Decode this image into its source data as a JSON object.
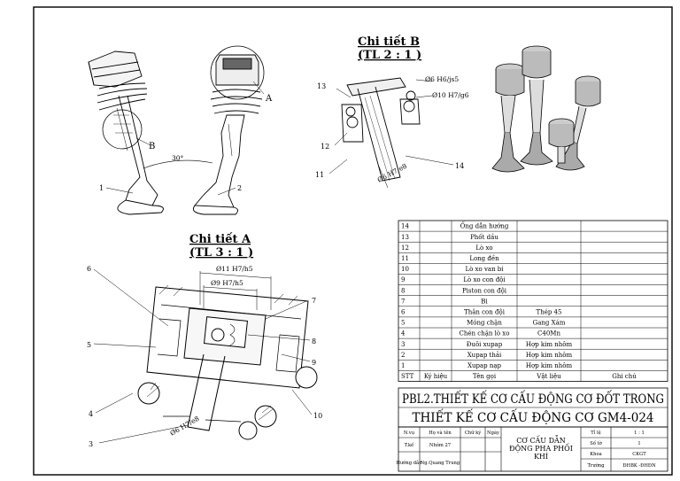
{
  "detail_b": {
    "title": "Chi tiết B",
    "scale": "(TL 2 : 1 )",
    "dim_fit_1": "Ø6 H6/js5",
    "dim_fit_2": "Ø10 H7/g6",
    "dim_fit_3": "Ø6 H7/e8",
    "callouts": [
      "13",
      "12",
      "11",
      "14"
    ]
  },
  "detail_a": {
    "title": "Chi tiết A",
    "scale": "(TL 3 : 1 )",
    "dim_fit_1": "Ø11 H7/h5",
    "dim_fit_2": "Ø9 H7/h5",
    "dim_fit_3": "Ø6 H7/e8",
    "callouts": [
      "6",
      "7",
      "5",
      "8",
      "9",
      "4",
      "10",
      "3"
    ]
  },
  "main_view": {
    "callouts": [
      "1",
      "2"
    ],
    "detail_marks": [
      "A",
      "B"
    ],
    "angle": "30°"
  },
  "parts": [
    {
      "stt": "14",
      "symbol": "",
      "name": "Ống dẫn hướng",
      "material": "",
      "note": ""
    },
    {
      "stt": "13",
      "symbol": "",
      "name": "Phốt dầu",
      "material": "",
      "note": ""
    },
    {
      "stt": "12",
      "symbol": "",
      "name": "Lò xo",
      "material": "",
      "note": ""
    },
    {
      "stt": "11",
      "symbol": "",
      "name": "Long đền",
      "material": "",
      "note": ""
    },
    {
      "stt": "10",
      "symbol": "",
      "name": "Lò xo van bi",
      "material": "",
      "note": ""
    },
    {
      "stt": "9",
      "symbol": "",
      "name": "Lò xo con đội",
      "material": "",
      "note": ""
    },
    {
      "stt": "8",
      "symbol": "",
      "name": "Piston con đội",
      "material": "",
      "note": ""
    },
    {
      "stt": "7",
      "symbol": "",
      "name": "Bi",
      "material": "",
      "note": ""
    },
    {
      "stt": "6",
      "symbol": "",
      "name": "Thân con đội",
      "material": "Thép 45",
      "note": ""
    },
    {
      "stt": "5",
      "symbol": "",
      "name": "Móng chặn",
      "material": "Gang Xám",
      "note": ""
    },
    {
      "stt": "4",
      "symbol": "",
      "name": "Chén chặn lò xo",
      "material": "C40Mn",
      "note": ""
    },
    {
      "stt": "3",
      "symbol": "",
      "name": "Đuôi xupap",
      "material": "Hợp kim nhôm",
      "note": ""
    },
    {
      "stt": "2",
      "symbol": "",
      "name": "Xupap thải",
      "material": "Hợp kim nhôm",
      "note": ""
    },
    {
      "stt": "1",
      "symbol": "",
      "name": "Xupap nạp",
      "material": "Hợp kim nhôm",
      "note": ""
    }
  ],
  "table_header": {
    "stt": "STT",
    "symbol": "Ký hiệu",
    "name": "Tên gọi",
    "material": "Vật liệu",
    "note": "Ghi chú"
  },
  "title_block": {
    "line1": "PBL2.THIẾT KẾ CƠ CẤU ĐỘNG CƠ ĐỐT TRONG",
    "line2": "THIẾT KẾ CƠ CẤU ĐỘNG CƠ GM4-024",
    "head": {
      "role": "N.vụ",
      "name": "Họ và tên",
      "sign": "Chữ ký",
      "date": "Ngày"
    },
    "rows": [
      {
        "role": "T.kế",
        "name": "Nhóm 27"
      },
      {
        "role": "Hướng dẫn",
        "name": "Ng.Quang Trung"
      }
    ],
    "drawing_name": [
      "CƠ CẤU DẪN",
      "ĐỘNG PHA PHỐI",
      "KHÍ"
    ],
    "info": [
      {
        "label": "Tỉ lệ",
        "value": "1 : 1"
      },
      {
        "label": "Số tờ",
        "value": "1"
      },
      {
        "label": "Khoa",
        "value": "CKGT"
      },
      {
        "label": "Trường",
        "value": "ĐHBK -ĐHĐN"
      }
    ]
  }
}
